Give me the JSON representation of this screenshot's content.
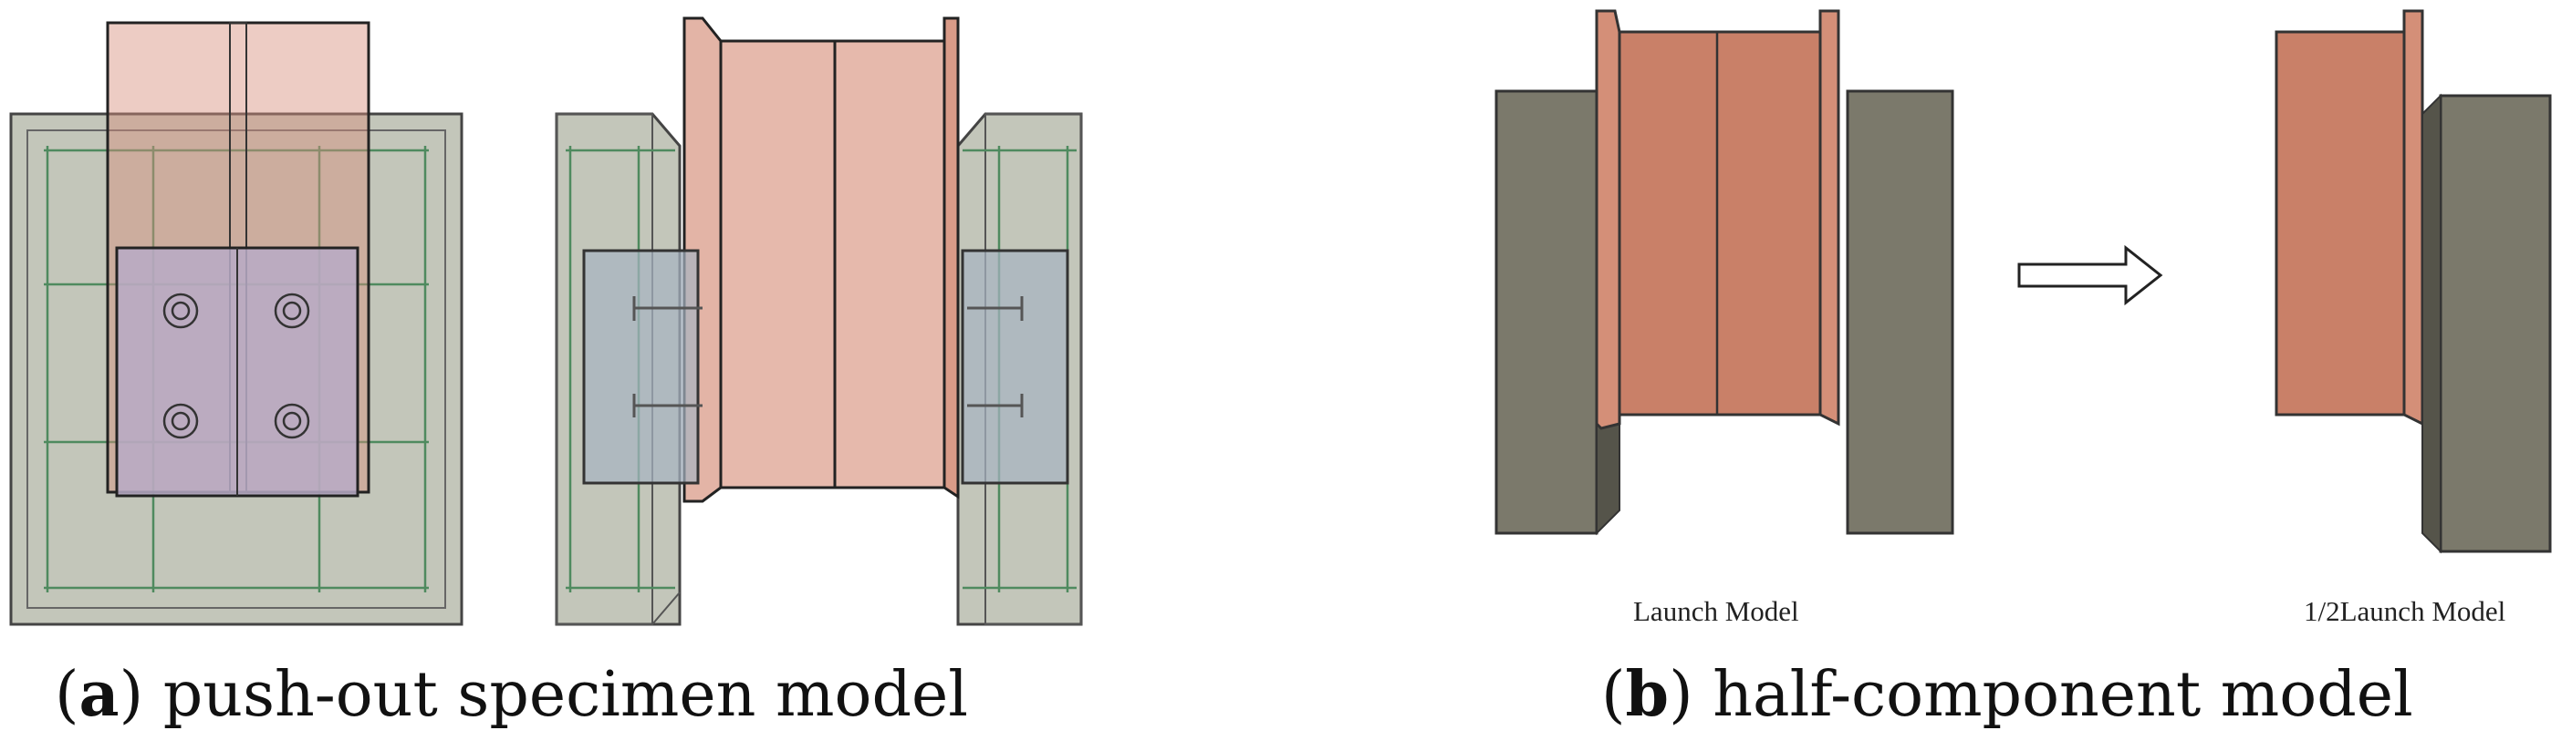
{
  "panel_a": {
    "letter": "a",
    "caption": "push-out specimen model"
  },
  "panel_b": {
    "letter": "b",
    "caption": "half-component model",
    "label_left": "Launch Model",
    "label_right": "1/2Launch Model"
  },
  "colors": {
    "steel": "#e6b9ac",
    "steel_dark": "#c98068",
    "concrete": "#b9bcb0",
    "concrete_dark": "#7b796b",
    "plate": "#b7aac6",
    "mesh": "#4f8a5f"
  }
}
